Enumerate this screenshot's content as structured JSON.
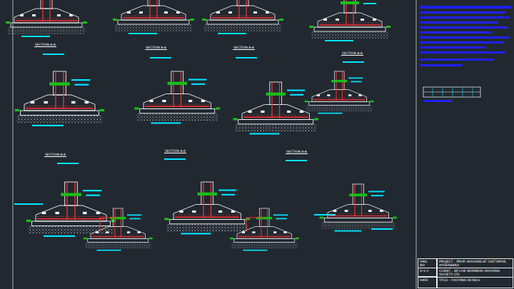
{
  "diagram": {
    "nodes": [
      {
        "text": [
          "DRG. NO"
        ]
      },
      {
        "text": [
          "PROJECT :",
          "PROP. HOUSING AT CHITTAPUR, HYDERABAD"
        ]
      },
      {
        "text": [
          "D-1-2"
        ]
      },
      {
        "text": [
          "CLIENT :",
          "AP LIVE WORKERS HOUSING SOCIETY LTD"
        ]
      },
      {
        "text": [
          "DATE"
        ]
      },
      {
        "text": [
          "TITLE :",
          "FOOTING DETAILS"
        ]
      }
    ],
    "labels": [
      "SECTION A-A",
      "SECTION A-A",
      "SECTION A-A",
      "SECTION A-A",
      "SECTION A-A",
      "SECTION A-A",
      "SECTION A-A"
    ]
  }
}
